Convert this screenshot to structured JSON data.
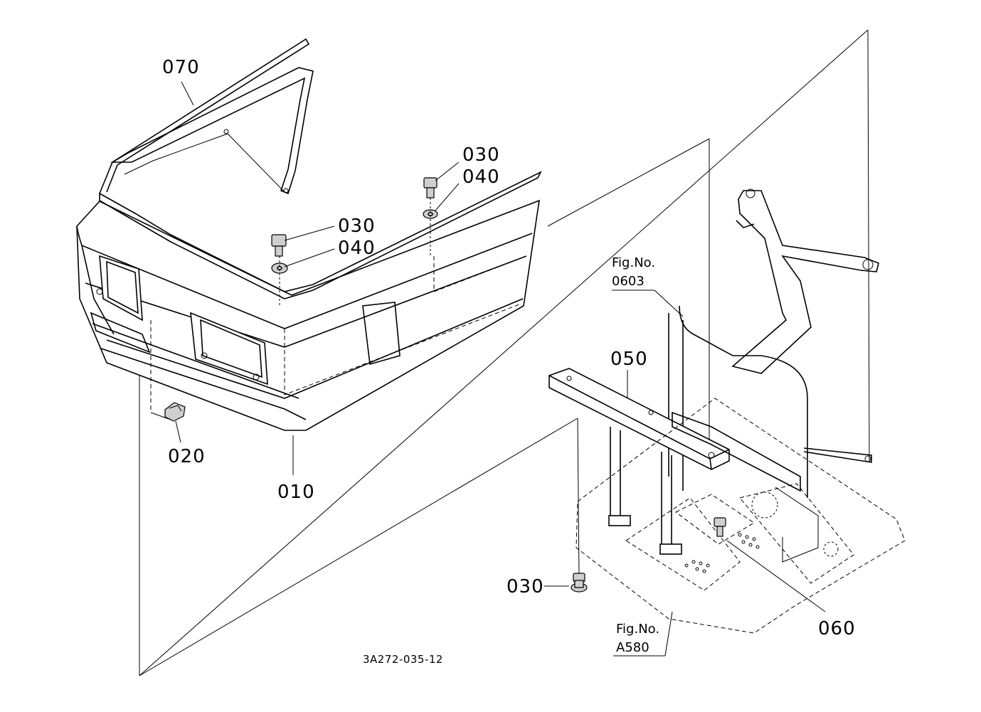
{
  "diagram": {
    "drawing_id": "3A272-035-12",
    "part_labels": {
      "p010": "010",
      "p020": "020",
      "p030_top": "030",
      "p040_top": "040",
      "p030_mid": "030",
      "p040_mid": "040",
      "p030_bottom": "030",
      "p050": "050",
      "p060": "060",
      "p070": "070"
    },
    "figure_refs": {
      "ref_0603": {
        "line1": "Fig.No.",
        "line2": "0603"
      },
      "ref_a580": {
        "line1": "Fig.No.",
        "line2": "A580"
      }
    }
  }
}
